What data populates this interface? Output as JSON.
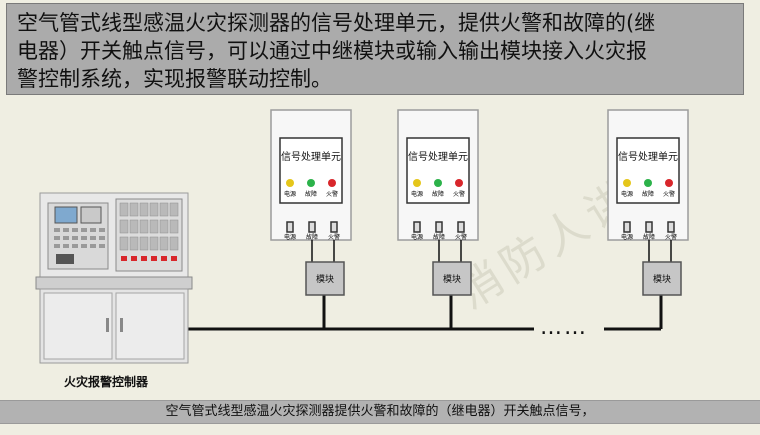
{
  "description_lines": [
    "空气管式线型感温火灾探测器的信号处理单元，提供火警和故障的(继",
    "电器）开关触点信号，可以通过中继模块或输入输出模块接入火灾报",
    "警控制系统，实现报警联动控制。"
  ],
  "controller_label": "火灾报警控制器",
  "unit_title": "信号处理单元",
  "indicator_labels": [
    "电源",
    "故障",
    "火警"
  ],
  "terminal_labels": [
    "电源",
    "故障",
    "火警"
  ],
  "module_label": "模块",
  "continuation": "……",
  "caption": "空气管式线型感温火灾探测器提供火警和故障的（继电器）开关触点信号，",
  "watermark": "消防人讲堂",
  "colors": {
    "power_led": "#e5c61a",
    "fault_led": "#2cb24a",
    "alarm_led": "#d8262b",
    "bus": "#111111"
  }
}
